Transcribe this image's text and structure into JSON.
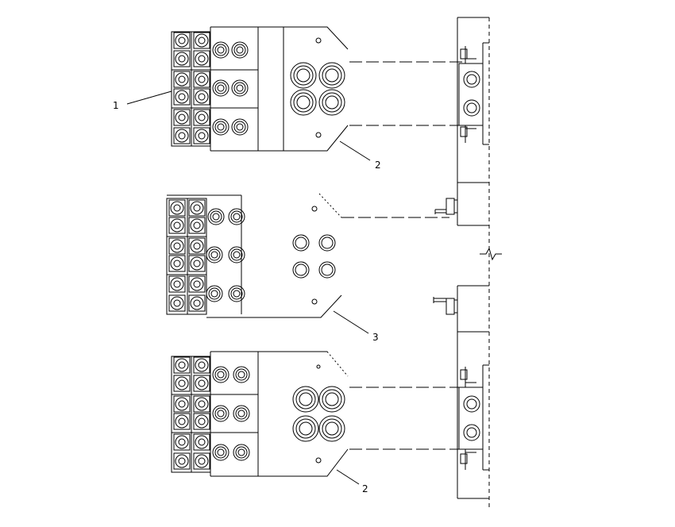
{
  "callouts": {
    "c1": "1",
    "c2_top": "2",
    "c3": "3",
    "c2_bottom": "2"
  },
  "colors": {
    "line": "#000000",
    "background": "#ffffff"
  }
}
